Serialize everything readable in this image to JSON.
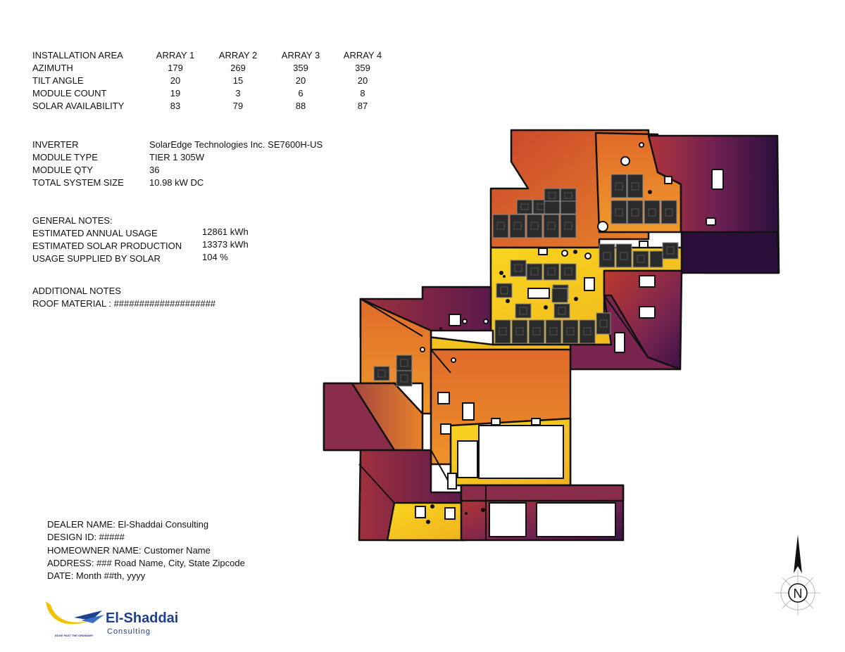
{
  "install_table": {
    "headers": [
      "INSTALLATION AREA",
      "ARRAY 1",
      "ARRAY 2",
      "ARRAY 3",
      "ARRAY 4"
    ],
    "rows": [
      {
        "label": "AZIMUTH",
        "values": [
          "179",
          "269",
          "359",
          "359"
        ]
      },
      {
        "label": "TILT ANGLE",
        "values": [
          "20",
          "15",
          "20",
          "20"
        ]
      },
      {
        "label": "MODULE COUNT",
        "values": [
          "19",
          "3",
          "6",
          "8"
        ]
      },
      {
        "label": "SOLAR AVAILABILITY",
        "values": [
          "83",
          "79",
          "88",
          "87"
        ]
      }
    ]
  },
  "system": [
    {
      "label": "INVERTER",
      "value": "SolarEdge Technologies Inc. SE7600H-US"
    },
    {
      "label": "MODULE TYPE",
      "value": "TIER 1 305W"
    },
    {
      "label": "MODULE QTY",
      "value": "36"
    },
    {
      "label": "TOTAL SYSTEM SIZE",
      "value": "10.98 kW DC"
    }
  ],
  "general_notes": {
    "title": "GENERAL NOTES:",
    "rows": [
      {
        "label": "ESTIMATED ANNUAL USAGE",
        "value": "12861 kWh"
      },
      {
        "label": "ESTIMATED SOLAR PRODUCTION",
        "value": "13373 kWh"
      },
      {
        "label": "USAGE SUPPLIED BY SOLAR",
        "value": "104 %"
      }
    ]
  },
  "additional_notes": {
    "title": "ADDITIONAL NOTES",
    "roof_material": "ROOF MATERIAL : ####################"
  },
  "dealer_block": {
    "dealer": "DEALER NAME:  El-Shaddai Consulting",
    "design_id": "DESIGN ID:  #####",
    "homeowner": "HOMEOWNER NAME:  Customer Name",
    "address": "ADDRESS:  ### Road Name, City, State Zipcode",
    "date": "DATE:  Month ##th, yyyy"
  },
  "logo": {
    "name": "El-Shaddai",
    "sub": "Consulting",
    "tagline": "EDGE PAST THE ORDINARY",
    "colors": {
      "blue": "#1f3f8f",
      "gold": "#f2c200"
    }
  },
  "compass": {
    "label": "N"
  },
  "colors": {
    "shade_high": "#f9d520",
    "shade_mid": "#e8832a",
    "shade_low": "#8a2d4a",
    "shade_dark": "#2a0f3a",
    "panel": "#2a2a2a"
  }
}
